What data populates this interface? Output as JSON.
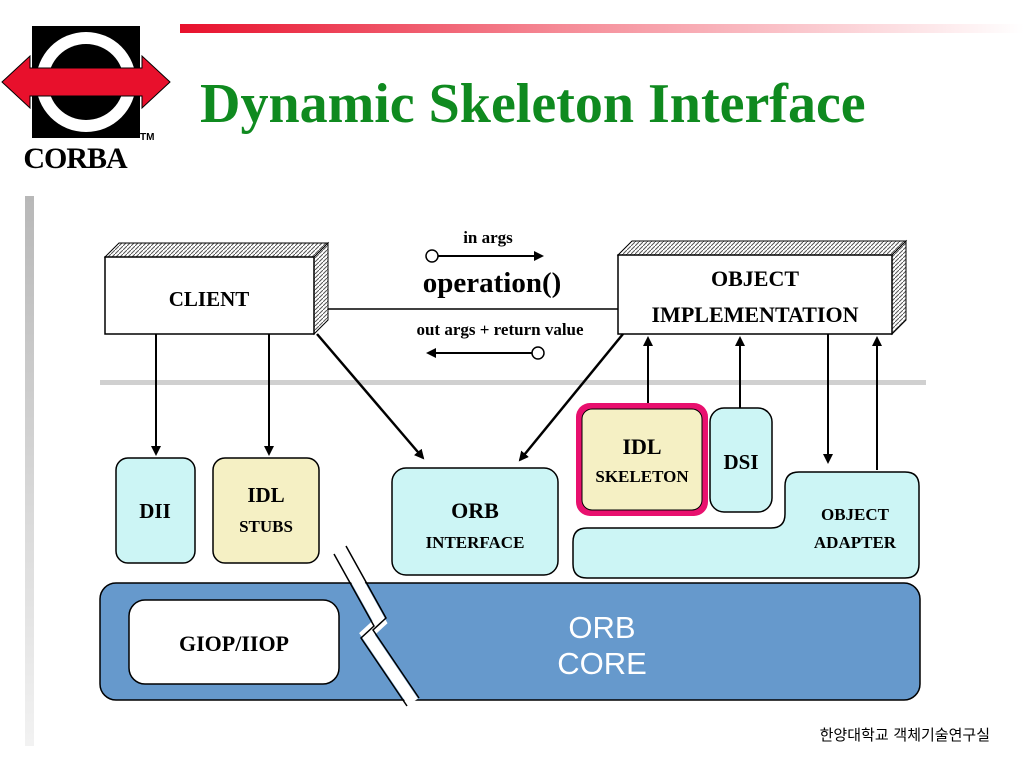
{
  "header": {
    "title": "Dynamic Skeleton Interface",
    "logo_text": "CORBA",
    "logo_tm": "TM"
  },
  "diagram": {
    "client": "CLIENT",
    "object_impl_line1": "OBJECT",
    "object_impl_line2": "IMPLEMENTATION",
    "in_args": "in  args",
    "operation": "operation()",
    "out_args": "out  args + return  value",
    "dii": "DII",
    "idl_stubs_line1": "IDL",
    "idl_stubs_line2": "STUBS",
    "orb_interface_line1": "ORB",
    "orb_interface_line2": "INTERFACE",
    "idl_skeleton_line1": "IDL",
    "idl_skeleton_line2": "SKELETON",
    "dsi": "DSI",
    "object_adapter_line1": "OBJECT",
    "object_adapter_line2": "ADAPTER",
    "giop": "GIOP/IIOP",
    "orb_core_line1": "ORB",
    "orb_core_line2": "CORE"
  },
  "colors": {
    "title": "#0f8a1f",
    "cyan_box": "#ccf5f5",
    "yellow_box": "#f5f0c4",
    "orb_core": "#6699cc",
    "highlight": "#e8106e",
    "logo_red": "#e8102c"
  },
  "footer": {
    "text": "한양대학교 객체기술연구실"
  }
}
